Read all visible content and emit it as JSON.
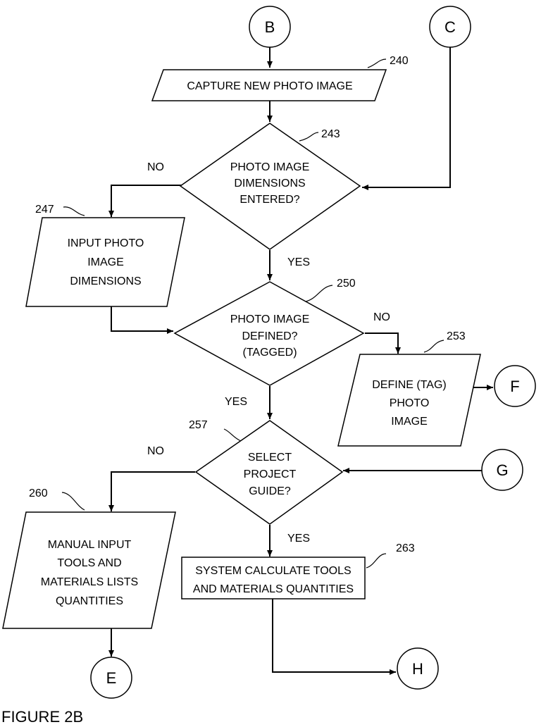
{
  "connectors": {
    "b": "B",
    "c": "C",
    "e": "E",
    "f": "F",
    "g": "G",
    "h": "H"
  },
  "steps": {
    "s240": {
      "ref": "240",
      "lines": [
        "CAPTURE NEW PHOTO IMAGE"
      ]
    },
    "s243": {
      "ref": "243",
      "lines": [
        "PHOTO IMAGE",
        "DIMENSIONS",
        "ENTERED?"
      ]
    },
    "s247": {
      "ref": "247",
      "lines": [
        "INPUT PHOTO",
        "IMAGE",
        "DIMENSIONS"
      ]
    },
    "s250": {
      "ref": "250",
      "lines": [
        "PHOTO IMAGE",
        "DEFINED?",
        "(TAGGED)"
      ]
    },
    "s253": {
      "ref": "253",
      "lines": [
        "DEFINE (TAG)",
        "PHOTO",
        "IMAGE"
      ]
    },
    "s257": {
      "ref": "257",
      "lines": [
        "SELECT",
        "PROJECT",
        "GUIDE?"
      ]
    },
    "s260": {
      "ref": "260",
      "lines": [
        "MANUAL INPUT",
        "TOOLS AND",
        "MATERIALS LISTS",
        "QUANTITIES"
      ]
    },
    "s263": {
      "ref": "263",
      "lines": [
        "SYSTEM CALCULATE TOOLS",
        "AND MATERIALS QUANTITIES"
      ]
    }
  },
  "branch_labels": {
    "no_243": "NO",
    "yes_243": "YES",
    "no_250": "NO",
    "yes_250": "YES",
    "no_257": "NO",
    "yes_257": "YES"
  },
  "figure_label": "FIGURE 2B"
}
